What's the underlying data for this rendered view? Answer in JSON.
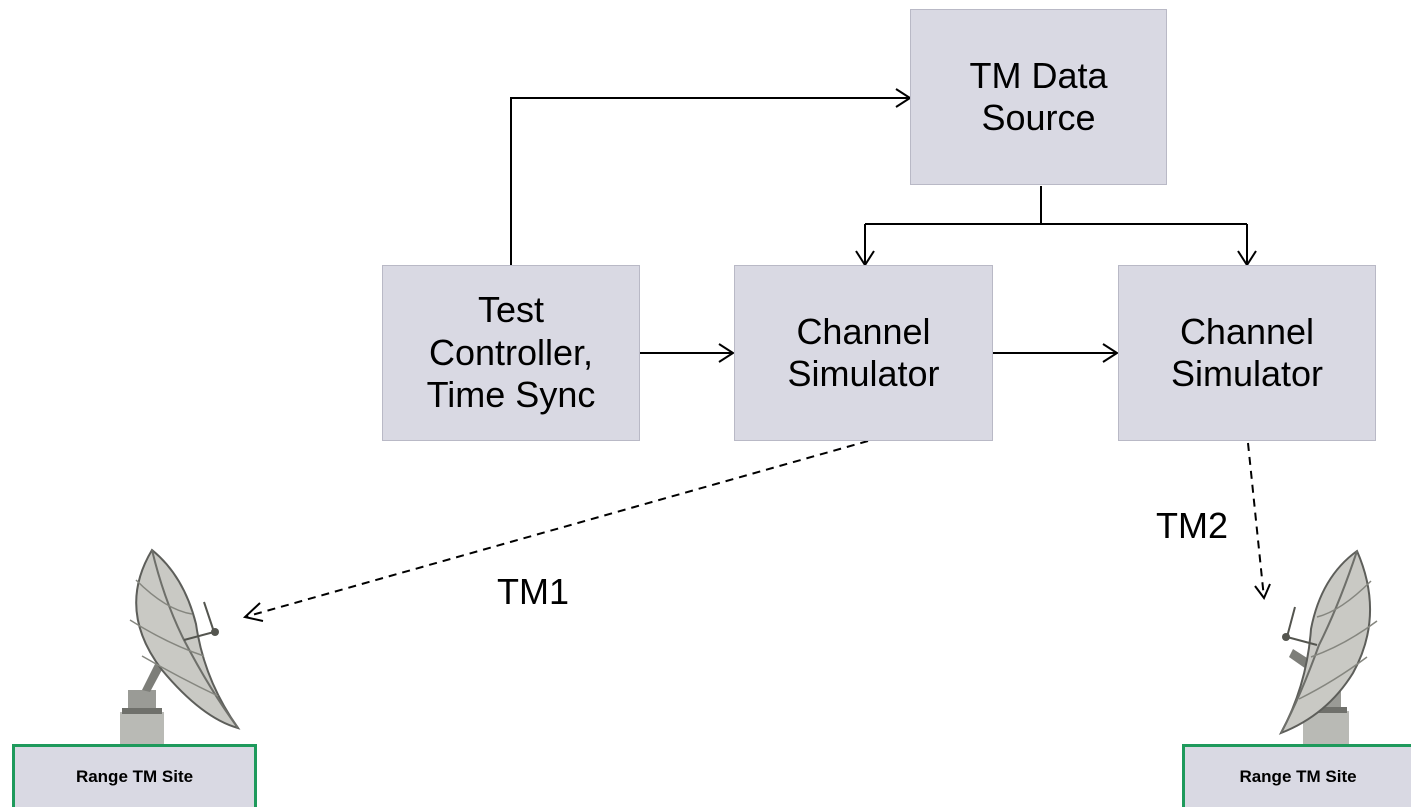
{
  "boxes": {
    "tm_data_source": {
      "line1": "TM Data",
      "line2": "Source"
    },
    "test_controller": {
      "line1": "Test",
      "line2": "Controller,",
      "line3": "Time Sync"
    },
    "channel_sim_1": {
      "line1": "Channel",
      "line2": "Simulator"
    },
    "channel_sim_2": {
      "line1": "Channel",
      "line2": "Simulator"
    }
  },
  "links": {
    "tm1": "TM1",
    "tm2": "TM2"
  },
  "sites": {
    "left": "Range TM Site",
    "right": "Range TM Site"
  },
  "icons": {
    "antenna": "satellite-dish-icon"
  },
  "colors": {
    "box_fill": "#d9d9e3",
    "site_border": "#1e9a5c",
    "line": "#000000"
  }
}
